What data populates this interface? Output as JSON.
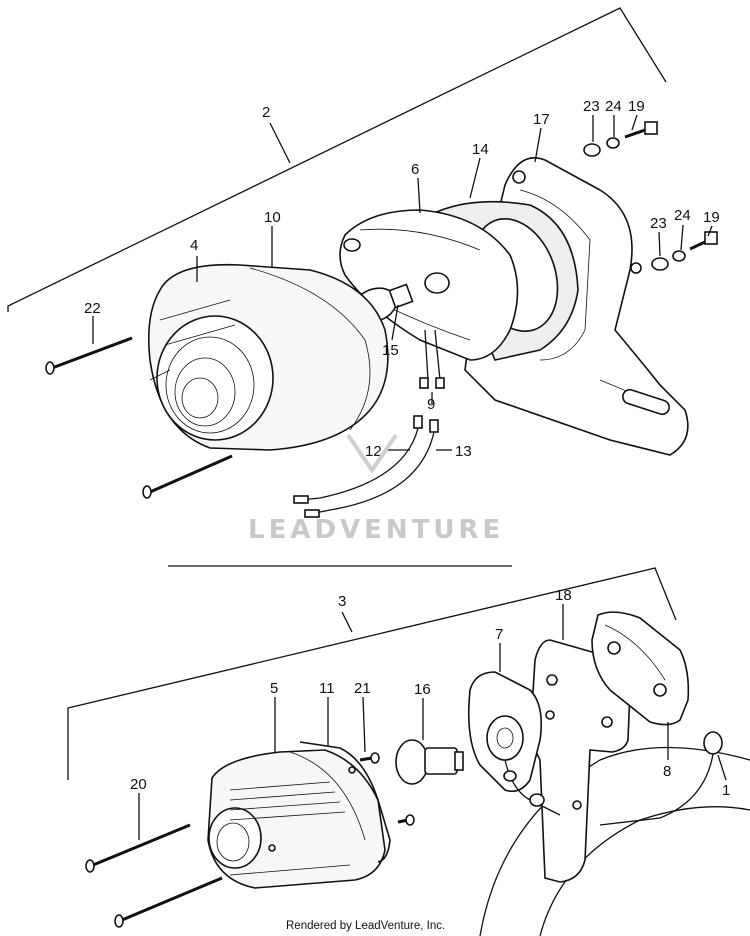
{
  "watermark": "LEADVENTURE",
  "credit": "Rendered by LeadVenture, Inc.",
  "callouts": {
    "c1": "1",
    "c2": "2",
    "c3": "3",
    "c4": "4",
    "c5": "5",
    "c6": "6",
    "c7": "7",
    "c8": "8",
    "c9": "9",
    "c10": "10",
    "c11": "11",
    "c12": "12",
    "c13": "13",
    "c14": "14",
    "c15": "15",
    "c16": "16",
    "c17": "17",
    "c18": "18",
    "c19a": "19",
    "c19b": "19",
    "c20": "20",
    "c21": "21",
    "c22": "22",
    "c23a": "23",
    "c23b": "23",
    "c24a": "24",
    "c24b": "24"
  }
}
